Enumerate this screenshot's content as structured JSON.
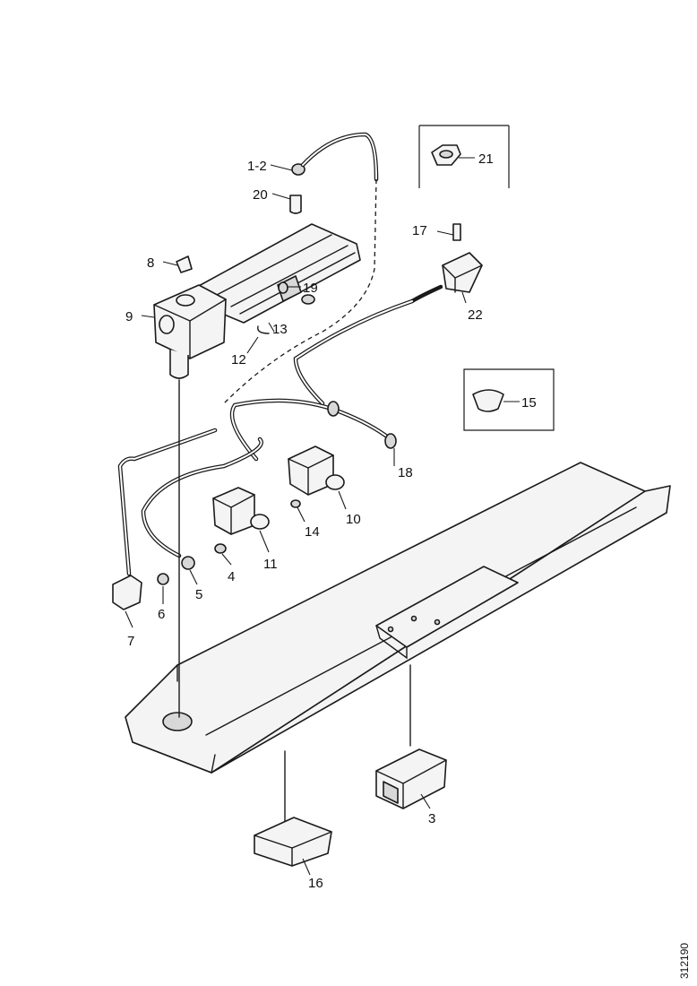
{
  "callouts": {
    "c1_2": "1-2",
    "c3": "3",
    "c4": "4",
    "c5": "5",
    "c6": "6",
    "c7": "7",
    "c8": "8",
    "c9": "9",
    "c10": "10",
    "c11": "11",
    "c12": "12",
    "c13": "13",
    "c14": "14",
    "c15": "15",
    "c16": "16",
    "c17": "17",
    "c18": "18",
    "c19": "19",
    "c20": "20",
    "c21": "21",
    "c22": "22"
  },
  "document_number": "312190"
}
